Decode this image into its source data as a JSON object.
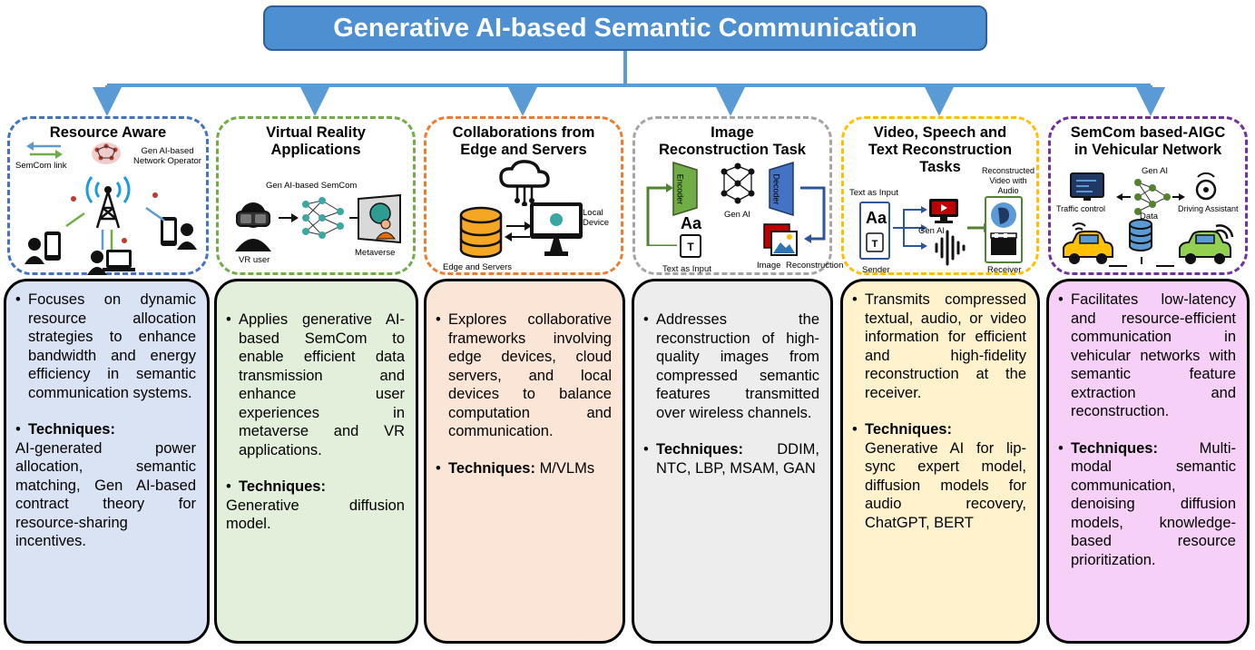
{
  "title": "Generative AI-based Semantic Communication",
  "colors": {
    "title_bg": "#4d8fd1",
    "connector": "#5b9bd5",
    "resource": "#4472c4",
    "vr": "#70ad47",
    "collab": "#ed7d31",
    "image": "#a5a5a5",
    "video": "#ffc000",
    "vehicular": "#7030a0"
  },
  "panels": {
    "resource": {
      "title": "Resource Aware",
      "labels": {
        "semcom_link": "SemCom link",
        "operator": "Gen AI-based\nNetwork Operator"
      },
      "icons": [
        "antenna-icon",
        "brain-icon",
        "phone-icon",
        "laptop-icon",
        "user-icon"
      ]
    },
    "vr": {
      "title": "Virtual Reality\nApplications",
      "labels": {
        "semcom": "Gen AI-based SemCom",
        "vr_user": "VR user",
        "metaverse": "Metaverse"
      },
      "icons": [
        "vr-headset-icon",
        "neural-network-icon",
        "metaverse-icon"
      ]
    },
    "collab": {
      "title": "Collaborations from\nEdge and Servers",
      "labels": {
        "local_device": "Local\nDevice",
        "edge_servers": "Edge and Servers"
      },
      "icons": [
        "cloud-icon",
        "database-icon",
        "monitor-icon"
      ]
    },
    "image": {
      "title": "Image\nReconstruction Task",
      "labels": {
        "encoder": "Encoder",
        "decoder": "Decoder",
        "gen_ai": "Gen AI",
        "text_input": "Text as Input",
        "image": "Image",
        "reconstruction": "Reconstruction",
        "aa": "Aa"
      },
      "icons": [
        "encoder-icon",
        "brain-icon",
        "decoder-icon",
        "document-icon",
        "image-stack-icon"
      ]
    },
    "video": {
      "title": "Video, Speech and\nText Reconstruction\nTasks",
      "labels": {
        "text_input": "Text as Input",
        "reconstructed": "Reconstructed\nVideo with\nAudio",
        "gen_ai": "Gen AI",
        "sender": "Sender",
        "receiver": "Receiver",
        "aa": "Aa"
      },
      "icons": [
        "document-icon",
        "video-monitor-icon",
        "waveform-icon",
        "speech-icon",
        "clapper-icon"
      ]
    },
    "vehicular": {
      "title": "SemCom based-AIGC\nin Vehicular Network",
      "labels": {
        "gen_ai": "Gen AI",
        "traffic": "Traffic control",
        "data": "Data",
        "driving": "Driving Assistant"
      },
      "icons": [
        "traffic-monitor-icon",
        "neural-network-icon",
        "steering-icon",
        "car-icon",
        "database-icon"
      ]
    }
  },
  "cards": {
    "resource": {
      "desc": "Focuses on dynamic resource allocation strategies to enhance bandwidth and energy efficiency in semantic communication systems.",
      "tech_label": "Techniques:",
      "tech": "AI-generated power allocation, semantic matching, Gen AI-based contract theory for resource-sharing incentives."
    },
    "vr": {
      "desc": "Applies generative AI-based SemCom to enable efficient data transmission and enhance user experiences in metaverse and VR applications.",
      "tech_label": "Techniques:",
      "tech": "Generative diffusion model."
    },
    "collab": {
      "desc": "Explores collaborative frameworks involving edge devices, cloud servers, and local devices to balance computation and communication.",
      "tech_label": "Techniques:",
      "tech": "M/VLMs"
    },
    "image": {
      "desc": "Addresses the reconstruction of high-quality images from compressed semantic features transmitted over wireless channels.",
      "tech_label": "Techniques:",
      "tech": "DDIM, NTC, LBP, MSAM, GAN"
    },
    "video": {
      "desc": "Transmits compressed textual, audio, or video information for efficient and high-fidelity reconstruction at the receiver.",
      "tech_label": "Techniques:",
      "tech": "Generative AI for lip-sync expert model, diffusion models for audio recovery, ChatGPT, BERT"
    },
    "vehicular": {
      "desc": "Facilitates low-latency and resource-efficient communication in vehicular networks with semantic feature extraction and reconstruction.",
      "tech_label": "Techniques:",
      "tech": "Multi-modal semantic communication, denoising diffusion models, knowledge-based resource prioritization."
    }
  }
}
